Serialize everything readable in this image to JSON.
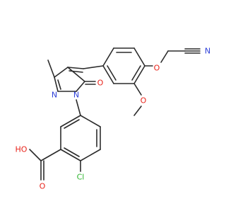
{
  "molecule": {
    "atom_labels": {
      "nitrile_n": "N",
      "ether_o": "O",
      "methoxy_o": "O",
      "ring_n_upper": "N",
      "ring_n_lower": "N",
      "carbonyl_o": "O",
      "acid_oh": "HO",
      "acid_o": "O",
      "chlorine": "Cl"
    },
    "colors": {
      "bond": "#2b2b2b",
      "oxygen": "#e8241b",
      "nitrogen": "#2d3fd8",
      "chlorine": "#2fb52f"
    }
  }
}
